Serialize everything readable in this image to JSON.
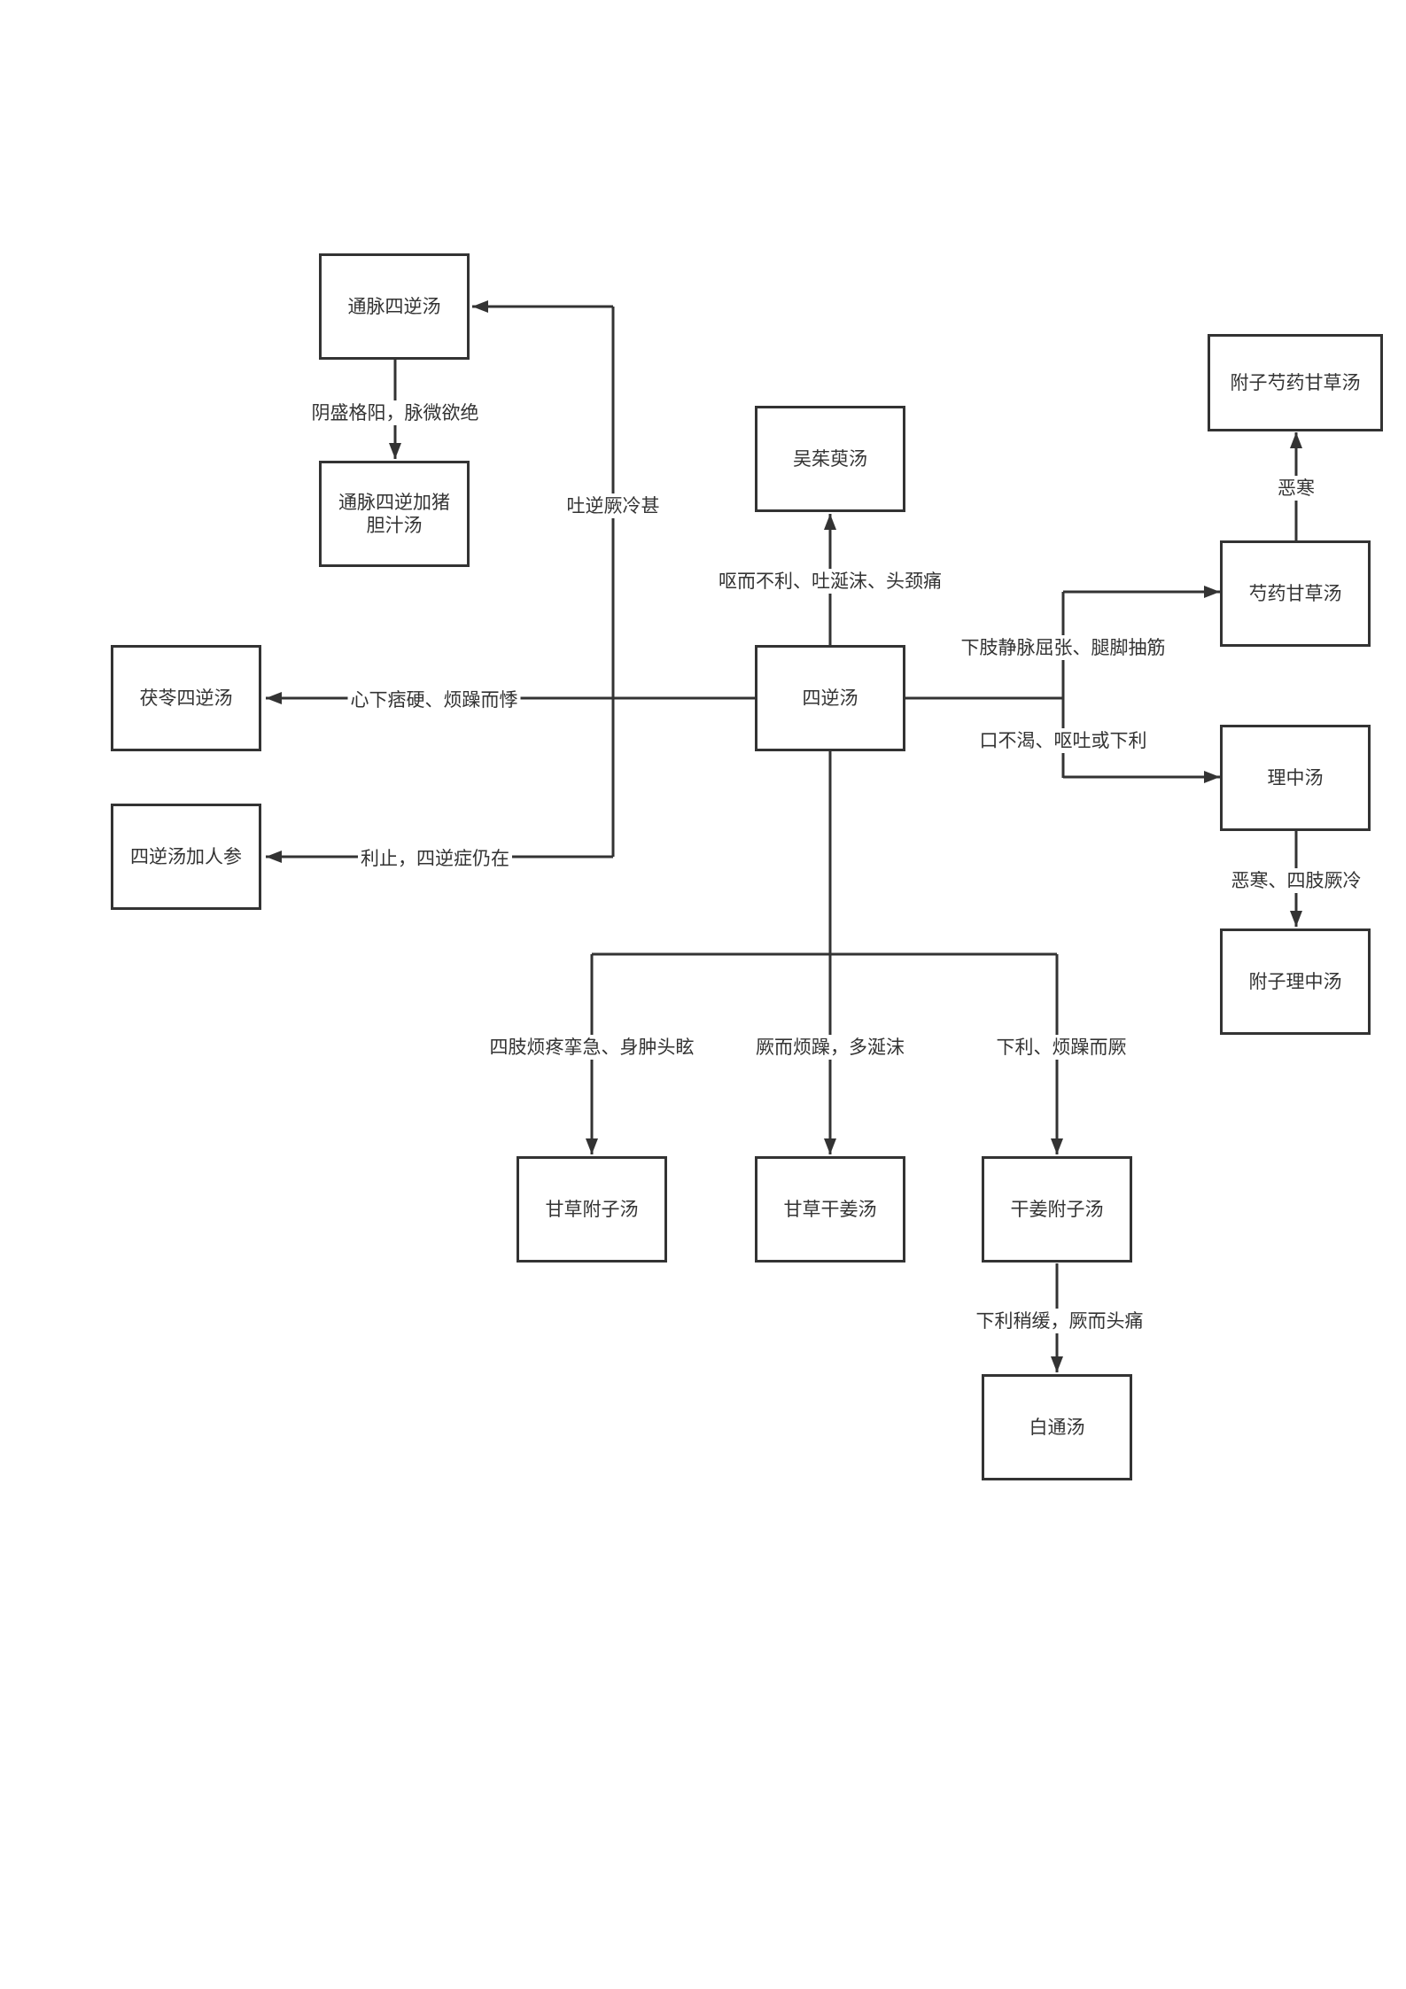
{
  "diagram": {
    "nodes": {
      "sini": "四逆汤",
      "wuzhuyu": "吴茱萸汤",
      "tongmai": "通脉四逆汤",
      "tongmai_zhudan": "通脉四逆加猪胆汁汤",
      "fuling": "茯苓四逆汤",
      "sini_renshen": "四逆汤加人参",
      "shaoyao_gancao": "芍药甘草汤",
      "fuzi_shaoyao_gancao": "附子芍药甘草汤",
      "lizhong": "理中汤",
      "fuzi_lizhong": "附子理中汤",
      "gancao_fuzi": "甘草附子汤",
      "gancao_ganjiang": "甘草干姜汤",
      "ganjiang_fuzi": "干姜附子汤",
      "baitong": "白通汤"
    },
    "edges": {
      "to_wuzhuyu": "呕而不利、吐涎沫、头颈痛",
      "to_tongmai": "吐逆厥冷甚",
      "to_tongmai_zhudan": "阴盛格阳，脉微欲绝",
      "to_fuling": "心下痞硬、烦躁而悸",
      "to_sini_renshen": "利止，四逆症仍在",
      "to_shaoyao_gancao": "下肢静脉屈张、腿脚抽筋",
      "to_fuzi_shaoyao_gancao": "恶寒",
      "to_lizhong": "口不渴、呕吐或下利",
      "to_fuzi_lizhong": "恶寒、四肢厥冷",
      "to_gancao_fuzi": "四肢烦疼挛急、身肿头眩",
      "to_gancao_ganjiang": "厥而烦躁，多涎沫",
      "to_ganjiang_fuzi": "下利、烦躁而厥",
      "to_baitong": "下利稍缓，厥而头痛"
    }
  },
  "colors": {
    "stroke": "#333333",
    "text": "#333333",
    "background": "#ffffff"
  }
}
